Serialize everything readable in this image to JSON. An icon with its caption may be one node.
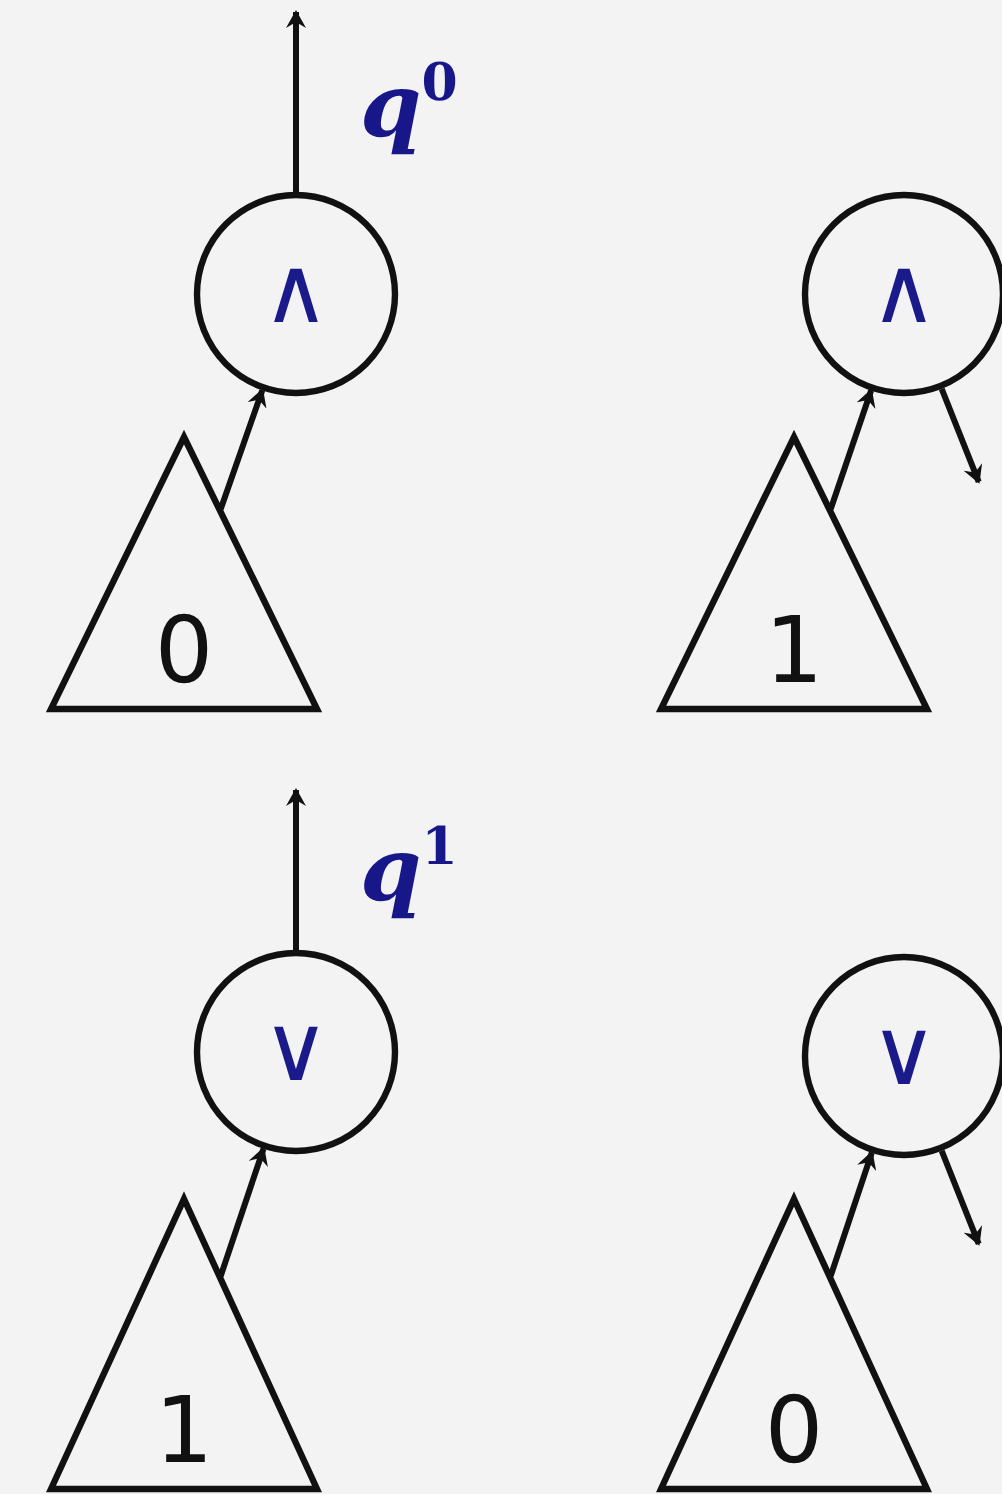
{
  "diagram": {
    "nodes": [
      {
        "text": [
          "∧"
        ]
      },
      {
        "text": [
          "0"
        ]
      },
      {
        "text": [
          "∧"
        ]
      },
      {
        "text": [
          "1"
        ]
      },
      {
        "text": [
          "∨"
        ]
      },
      {
        "text": [
          "1"
        ]
      },
      {
        "text": [
          "∨"
        ]
      },
      {
        "text": [
          "0"
        ]
      }
    ],
    "edges": [
      {
        "from": 0,
        "to": null,
        "arrow": "to",
        "label": "q$^{0}$"
      },
      {
        "from": 1,
        "to": 0,
        "arrow": "to"
      },
      {
        "from": 3,
        "to": 2,
        "arrow": "to"
      },
      {
        "from": 2,
        "to": null,
        "arrow": "to"
      },
      {
        "from": 4,
        "to": null,
        "arrow": "to",
        "label": "q$^{1}$"
      },
      {
        "from": 5,
        "to": 4,
        "arrow": "to"
      },
      {
        "from": 7,
        "to": 6,
        "arrow": "to"
      },
      {
        "from": 6,
        "to": null,
        "arrow": "to"
      }
    ]
  }
}
